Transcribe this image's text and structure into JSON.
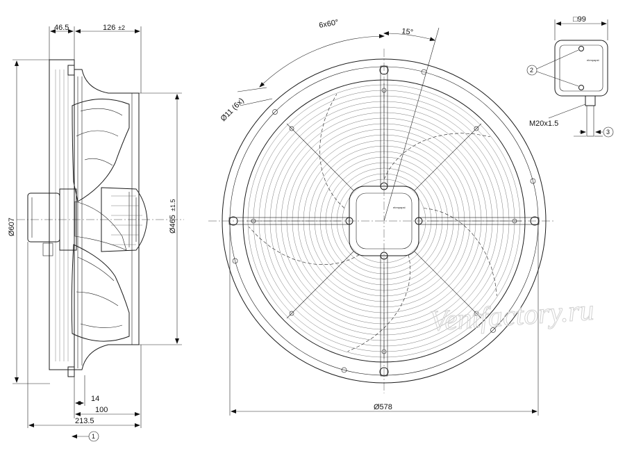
{
  "side_view": {
    "dim_flange_offset": "46.5",
    "dim_depth": "126",
    "dim_depth_tol": "±2",
    "dim_overall_dia": "Ø607",
    "dim_venturi_dia": "Ø465",
    "dim_venturi_tol": "±1.5",
    "dim_14": "14",
    "dim_100": "100",
    "dim_213": "213.5",
    "callout_1": "1"
  },
  "front_view": {
    "dim_angle_pattern": "6x60°",
    "dim_angle_offset": "15°",
    "dim_holes": "Ø11 (6x)",
    "dim_bolt_circle": "Ø578",
    "brand_label": "ebmpapst"
  },
  "terminal_box": {
    "dim_size": "□99",
    "callout_2": "2",
    "callout_3": "3",
    "thread_label": "M20x1.5",
    "brand_label": "ebmpapst"
  },
  "watermark": "Ventfactory.ru"
}
